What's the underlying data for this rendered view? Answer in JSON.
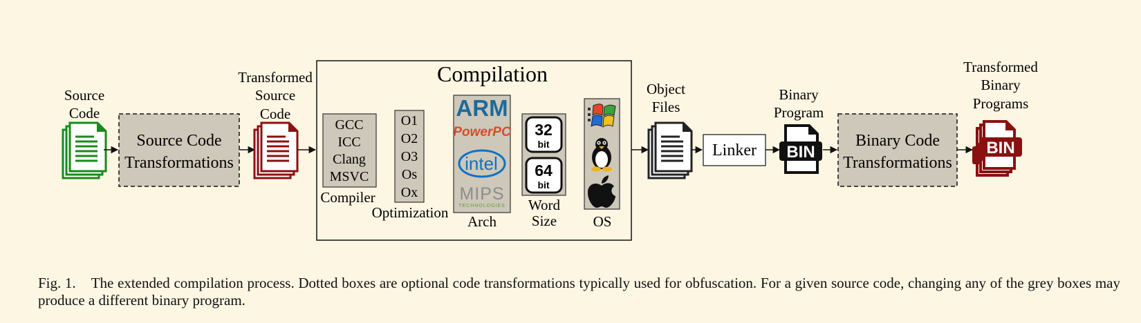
{
  "nodes": {
    "source_code": [
      "Source",
      "Code"
    ],
    "source_transform": [
      "Source Code",
      "Transformations"
    ],
    "transformed_source": [
      "Transformed",
      "Source",
      "Code"
    ],
    "compilation_title": "Compilation",
    "compiler_options": [
      "GCC",
      "ICC",
      "Clang",
      "MSVC"
    ],
    "compiler_label": "Compiler",
    "optimization_options": [
      "O1",
      "O2",
      "O3",
      "Os",
      "Ox"
    ],
    "optimization_label": "Optimization",
    "arch_logos": {
      "arm": "ARM",
      "powerpc": "PowerPC",
      "intel": "intel",
      "mips": "MIPS",
      "mips_sub": "TECHNOLOGIES"
    },
    "arch_label": "Arch",
    "word_sizes": [
      {
        "num": "32",
        "unit": "bit"
      },
      {
        "num": "64",
        "unit": "bit"
      }
    ],
    "word_size_label": [
      "Word",
      "Size"
    ],
    "os_icons": [
      "windows-logo",
      "linux-tux",
      "apple-logo"
    ],
    "os_label": "OS",
    "object_files": [
      "Object",
      "Files"
    ],
    "linker": "Linker",
    "binary_program": [
      "Binary",
      "Program"
    ],
    "bin_text": "BIN",
    "binary_transform": [
      "Binary Code",
      "Transformations"
    ],
    "transformed_binary": [
      "Transformed",
      "Binary",
      "Programs"
    ]
  },
  "caption": {
    "fig": "Fig. 1.",
    "text": "The extended compilation process. Dotted boxes are optional code transformations typically used for obfuscation. For a given source code, changing any of the grey boxes may produce a different binary program."
  },
  "colors": {
    "background": "#fdf6e3",
    "grey_box": "#cdc8b9",
    "green_doc": "#1a8a1a",
    "red_doc": "#8b1010",
    "arm_blue": "#1d6a9a",
    "powerpc_red": "#d94b2b",
    "intel_blue": "#1071c5"
  }
}
